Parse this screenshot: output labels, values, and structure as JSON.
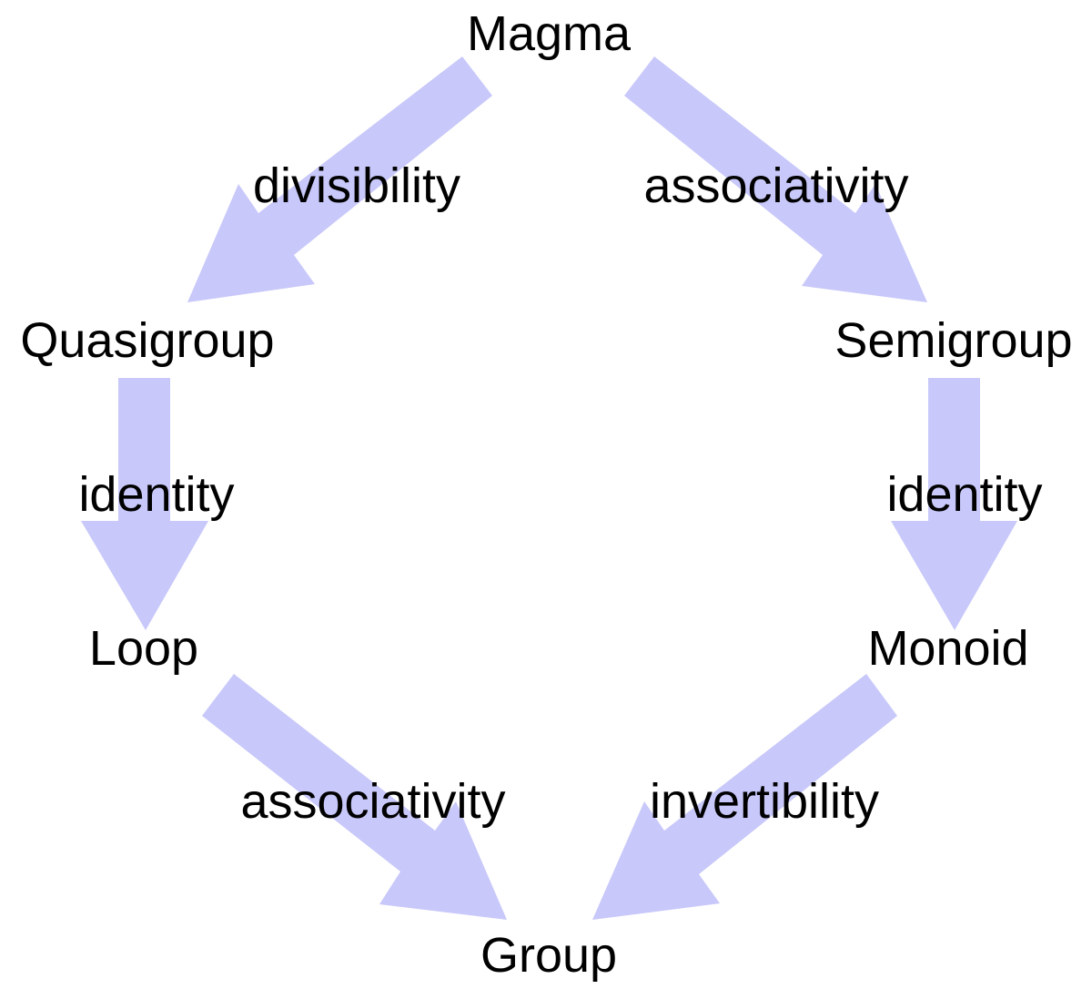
{
  "colors": {
    "arrow": "#c8c8fa",
    "text": "#000000",
    "background": "#ffffff"
  },
  "nodes": {
    "magma": "Magma",
    "quasigroup": "Quasigroup",
    "semigroup": "Semigroup",
    "loop": "Loop",
    "monoid": "Monoid",
    "group": "Group"
  },
  "edges": [
    {
      "from": "Magma",
      "to": "Quasigroup",
      "label": "divisibility"
    },
    {
      "from": "Magma",
      "to": "Semigroup",
      "label": "associativity"
    },
    {
      "from": "Quasigroup",
      "to": "Loop",
      "label": "identity"
    },
    {
      "from": "Semigroup",
      "to": "Monoid",
      "label": "identity"
    },
    {
      "from": "Loop",
      "to": "Group",
      "label": "associativity"
    },
    {
      "from": "Monoid",
      "to": "Group",
      "label": "invertibility"
    }
  ]
}
